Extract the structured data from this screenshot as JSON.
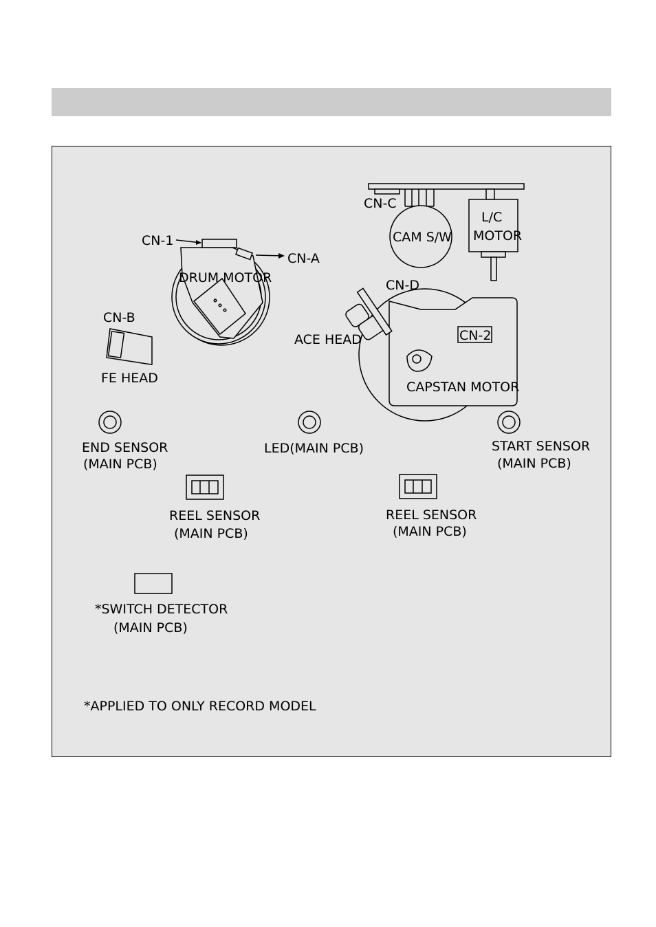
{
  "labels": {
    "cn_c": "CN-C",
    "cam_sw": "CAM S/W",
    "lc_motor_1": "L/C",
    "lc_motor_2": "MOTOR",
    "cn_1": "CN-1",
    "cn_a": "CN-A",
    "drum_motor": "DRUM MOTOR",
    "cn_d": "CN-D",
    "cn_b": "CN-B",
    "ace_head": "ACE HEAD",
    "cn_2": "CN-2",
    "fe_head": "FE HEAD",
    "capstan_motor": "CAPSTAN MOTOR",
    "end_sensor_1": "END SENSOR",
    "end_sensor_2": "(MAIN PCB)",
    "led": "LED(MAIN PCB)",
    "start_sensor_1": "START SENSOR",
    "start_sensor_2": "(MAIN PCB)",
    "reel_sensor_left_1": "REEL SENSOR",
    "reel_sensor_left_2": "(MAIN PCB)",
    "reel_sensor_right_1": "REEL SENSOR",
    "reel_sensor_right_2": "(MAIN PCB)",
    "switch_detector_1": "*SWITCH DETECTOR",
    "switch_detector_2": "(MAIN PCB)",
    "footnote": "*APPLIED TO ONLY RECORD MODEL"
  },
  "colors": {
    "panel_background": "#e6e6e6",
    "title_bar": "#cccccc",
    "line": "#000000"
  }
}
